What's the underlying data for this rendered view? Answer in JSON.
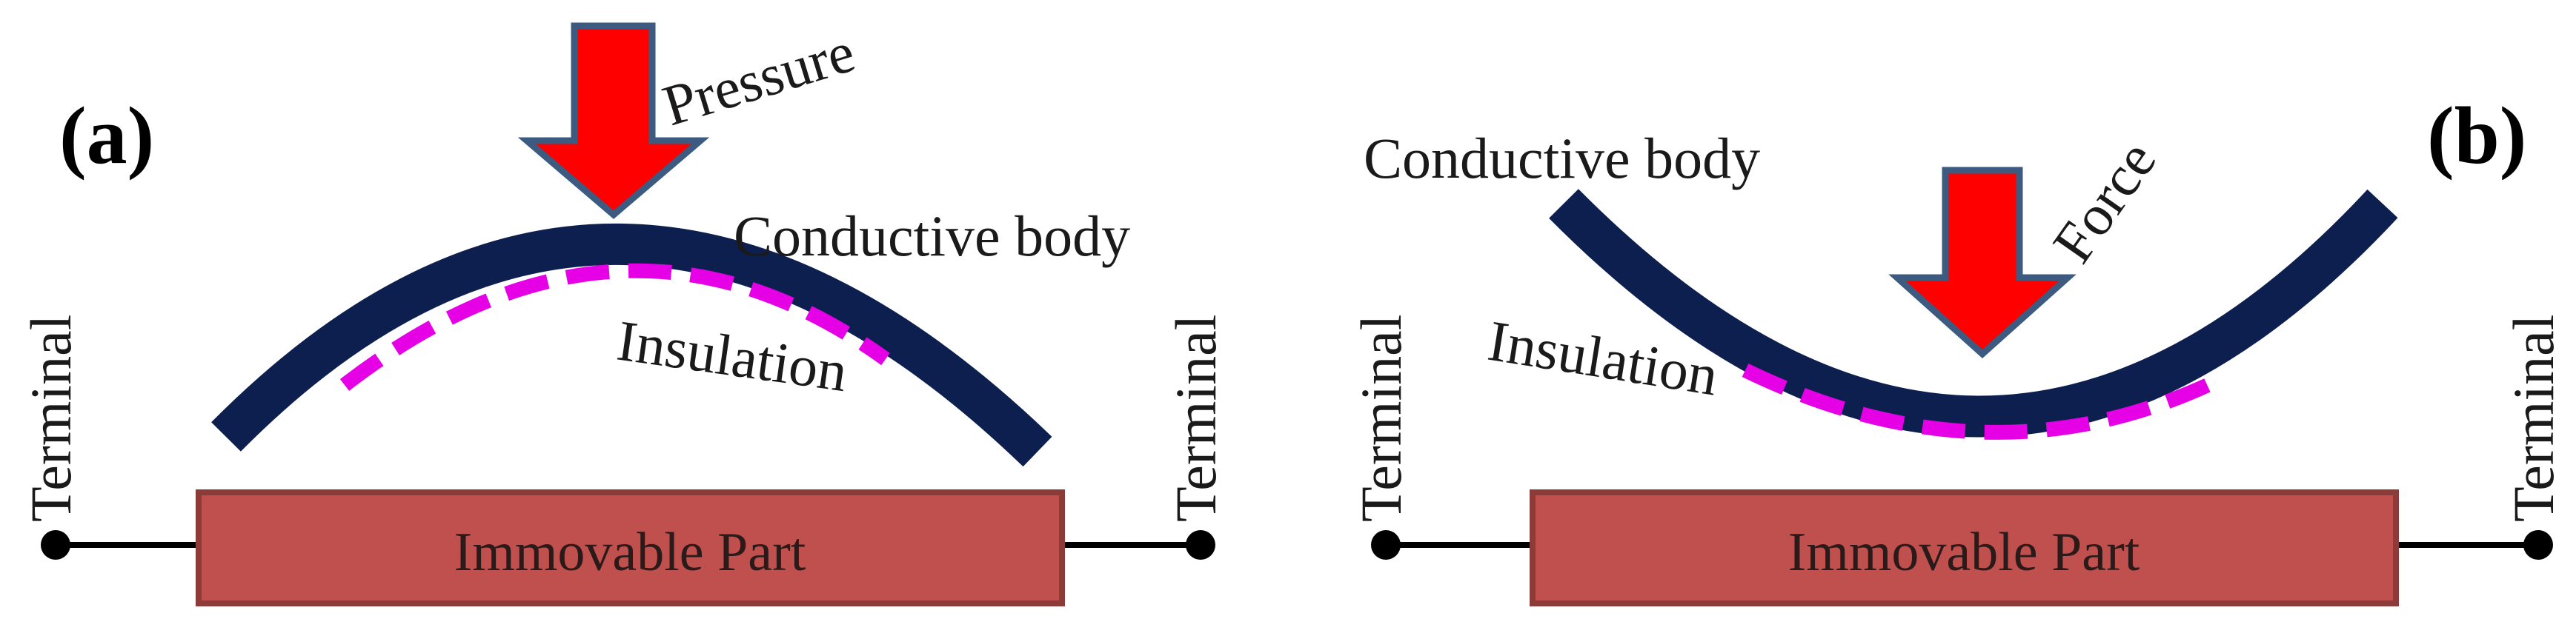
{
  "panels": {
    "a": {
      "label": "(a)",
      "arrow_label": "Pressure",
      "body_label": "Conductive body",
      "insulation_label": "Insulation",
      "part_label": "Immovable Part",
      "terminal_left": "Terminal",
      "terminal_right": "Terminal"
    },
    "b": {
      "label": "(b)",
      "arrow_label": "Force",
      "body_label": "Conductive body",
      "insulation_label": "Insulation",
      "part_label": "Immovable Part",
      "terminal_left": "Terminal",
      "terminal_right": "Terminal"
    }
  },
  "colors": {
    "conductive_body": "#0d1f4f",
    "insulation": "#e600e6",
    "immovable_part_fill": "#c0504d",
    "immovable_part_stroke": "#8c3b39",
    "arrow_fill": "#ff0000",
    "arrow_stroke": "#3d5a80",
    "wire": "#000000"
  }
}
